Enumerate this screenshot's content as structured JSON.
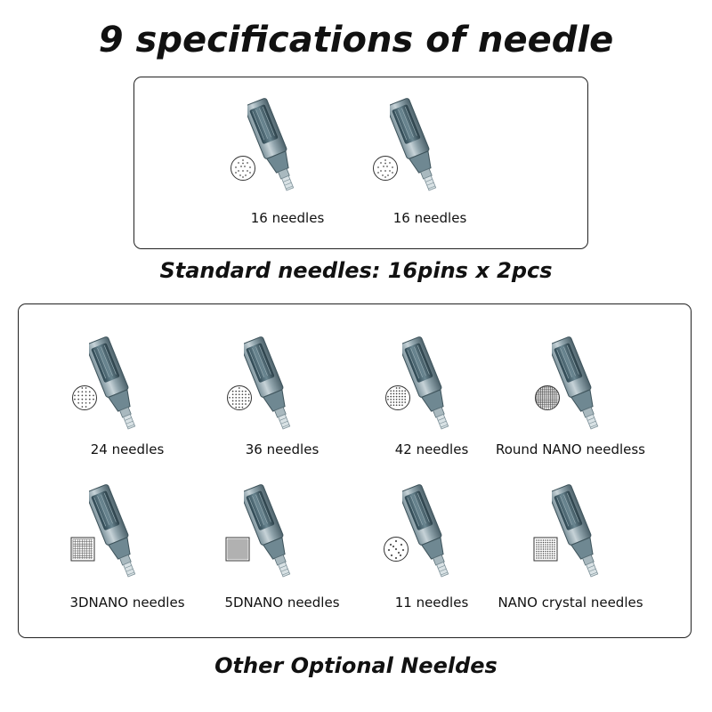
{
  "title": "9 specifications of needle",
  "standard": {
    "caption": "Standard needles: 16pins x 2pcs",
    "items": [
      {
        "label": "16 needles",
        "pattern": "dots-16"
      },
      {
        "label": "16 needles",
        "pattern": "dots-16"
      }
    ]
  },
  "optional": {
    "caption": "Other Optional Neeldes",
    "items": [
      {
        "label": "24 needles",
        "pattern": "dots-24"
      },
      {
        "label": "36 needles",
        "pattern": "dots-36"
      },
      {
        "label": "42 needles",
        "pattern": "dots-42"
      },
      {
        "label": "Round NANO needless",
        "pattern": "mesh-round"
      },
      {
        "label": "3DNANO needles",
        "pattern": "square-grid"
      },
      {
        "label": "5DNANO needles",
        "pattern": "square-grid-fine"
      },
      {
        "label": "11 needles",
        "pattern": "dots-11"
      },
      {
        "label": "NANO crystal needles",
        "pattern": "square-dots"
      }
    ]
  },
  "colors": {
    "cartridge": "#4a6470",
    "border": "#222222"
  }
}
